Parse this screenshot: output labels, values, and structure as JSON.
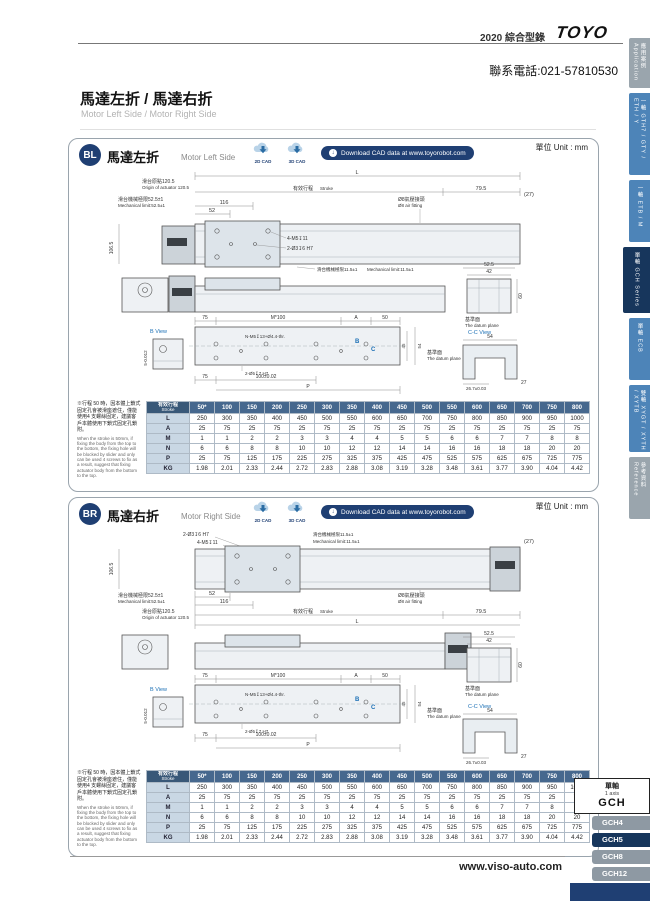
{
  "header": {
    "catalog": "2020 綜合型錄",
    "brand": "TOYO",
    "contact": "聯系電話:021-57810530"
  },
  "title": {
    "zh": "馬達左折 / 馬達右折",
    "en": "Motor Left Side / Motor Right Side"
  },
  "panels": {
    "bl": {
      "badge": "BL",
      "title_zh": "馬達左折",
      "title_en": "Motor Left Side"
    },
    "br": {
      "badge": "BR",
      "title_zh": "馬達右折",
      "title_en": "Motor Right Side"
    }
  },
  "cad": {
    "c2d": "2D CAD",
    "c3d": "3D CAD",
    "download": "Download CAD data at www.toyorobot.com",
    "unit": "單位 Unit : mm"
  },
  "note": {
    "zh": "※行程 50 時，因本體上鎖式固定孔會被滑座遮住，僅能使用4 支螺絲固定，建議客戶本體使用下鎖式固定孔鎖附。",
    "en": "When the stroke is 50mm, if fixing the body from the top to the bottom, the fixing hole will be blocked by slider and only can be used 4 screws to fix as a result, suggest that fixing actuator body from the bottom to the top."
  },
  "dwg": {
    "L": "L",
    "stroke_zh": "有效行程",
    "stroke_en": "Stroke",
    "origin_zh": "滑台原點120.5",
    "origin_en": "Origin of actuator 120.5",
    "d795": "79.5",
    "d27p": "(27)",
    "mech52_zh": "滑台機械極限52.5±1",
    "mech52_en": "Mechanical limit:52.5±1",
    "d116": "116",
    "d52": "52",
    "air_zh": "Ø8氣壓接頭",
    "air_en": "Ø8 air fitting",
    "m5top": "4-M5↧11",
    "dowel3": "2-Ø3↧6 H7",
    "mech11_zh": "滑台機械極限11.5±1",
    "mech11_en": "Mechanical limit:11.5±1",
    "d1065": "106.5",
    "d525": "52.5",
    "d42": "42",
    "d60": "60",
    "datum_zh": "基準面",
    "datum_en": "The datum plane",
    "cc": "C-C View",
    "d54": "54",
    "d75": "75",
    "m100": "M*100",
    "A": "A",
    "d50": "50",
    "nm5": "N-M5↧13+Ø4.4-thr.",
    "d45": "45",
    "bview": "B View",
    "pin": "5-0.012",
    "dowel5": "2-Ø5↧7 H7",
    "d100": "100±0.02",
    "P": "P",
    "d267": "26.7±0.03",
    "d27": "27",
    "B": "B",
    "C": "C"
  },
  "table": {
    "corner_zh": "有效行程",
    "corner_en": "Stroke",
    "strokes": [
      "50*",
      "100",
      "150",
      "200",
      "250",
      "300",
      "350",
      "400",
      "450",
      "500",
      "550",
      "600",
      "650",
      "700",
      "750",
      "800"
    ],
    "rows": [
      {
        "label": "L",
        "values": [
          "250",
          "300",
          "350",
          "400",
          "450",
          "500",
          "550",
          "600",
          "650",
          "700",
          "750",
          "800",
          "850",
          "900",
          "950",
          "1000"
        ]
      },
      {
        "label": "A",
        "values": [
          "25",
          "75",
          "25",
          "75",
          "25",
          "75",
          "25",
          "75",
          "25",
          "75",
          "25",
          "75",
          "25",
          "75",
          "25",
          "75"
        ]
      },
      {
        "label": "M",
        "values": [
          "1",
          "1",
          "2",
          "2",
          "3",
          "3",
          "4",
          "4",
          "5",
          "5",
          "6",
          "6",
          "7",
          "7",
          "8",
          "8"
        ]
      },
      {
        "label": "N",
        "values": [
          "6",
          "6",
          "8",
          "8",
          "10",
          "10",
          "12",
          "12",
          "14",
          "14",
          "16",
          "16",
          "18",
          "18",
          "20",
          "20"
        ]
      },
      {
        "label": "P",
        "values": [
          "25",
          "75",
          "125",
          "175",
          "225",
          "275",
          "325",
          "375",
          "425",
          "475",
          "525",
          "575",
          "625",
          "675",
          "725",
          "775"
        ]
      },
      {
        "label": "KG",
        "values": [
          "1.98",
          "2.01",
          "2.33",
          "2.44",
          "2.72",
          "2.83",
          "2.88",
          "3.08",
          "3.19",
          "3.28",
          "3.48",
          "3.61",
          "3.77",
          "3.90",
          "4.04",
          "4.42"
        ]
      }
    ]
  },
  "sidebar": {
    "tabs": [
      {
        "label": "應用案例 Application"
      },
      {
        "label": "一軸 GTH7 / GTY / ETH / Y"
      },
      {
        "label": "一軸 ETB / M"
      },
      {
        "label": "單軸 GCH Series"
      },
      {
        "label": "單軸 ECB"
      },
      {
        "label": "雙軸 XYGT / XYTH / XYTB"
      },
      {
        "label": "參考資料 Reference"
      }
    ]
  },
  "series_nav": {
    "group_zh": "單軸",
    "group_en": "1 axis",
    "group_code": "GCH",
    "items": [
      "GCH4",
      "GCH5",
      "GCH8",
      "GCH12"
    ]
  },
  "footer": {
    "url": "www.viso-auto.com"
  }
}
